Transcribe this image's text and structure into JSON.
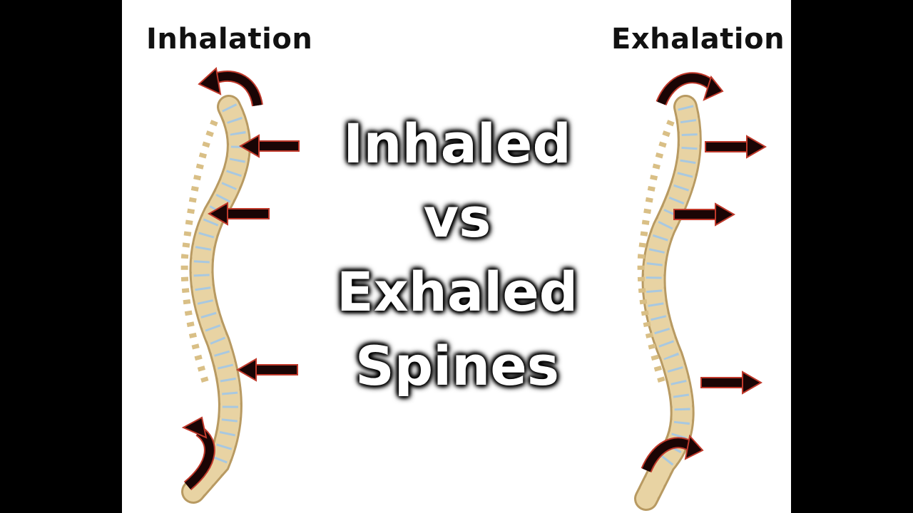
{
  "labels": {
    "inhalation": "Inhalation",
    "exhalation": "Exhalation"
  },
  "title": {
    "line1": "Inhaled",
    "line2": "vs",
    "line3": "Exhaled",
    "line4": "Spines"
  },
  "colors": {
    "background": "#000000",
    "slide": "#ffffff",
    "bone": "#e8d3a3",
    "bone_shade": "#b89a62",
    "disc": "#a8c8e0",
    "arrow": "#1a0505",
    "arrow_outline": "#c0392b"
  },
  "illustration": {
    "left_spine": "inhalation-spine",
    "right_spine": "exhalation-spine",
    "left_arrows": "pointing-inward",
    "right_arrows": "pointing-outward"
  }
}
